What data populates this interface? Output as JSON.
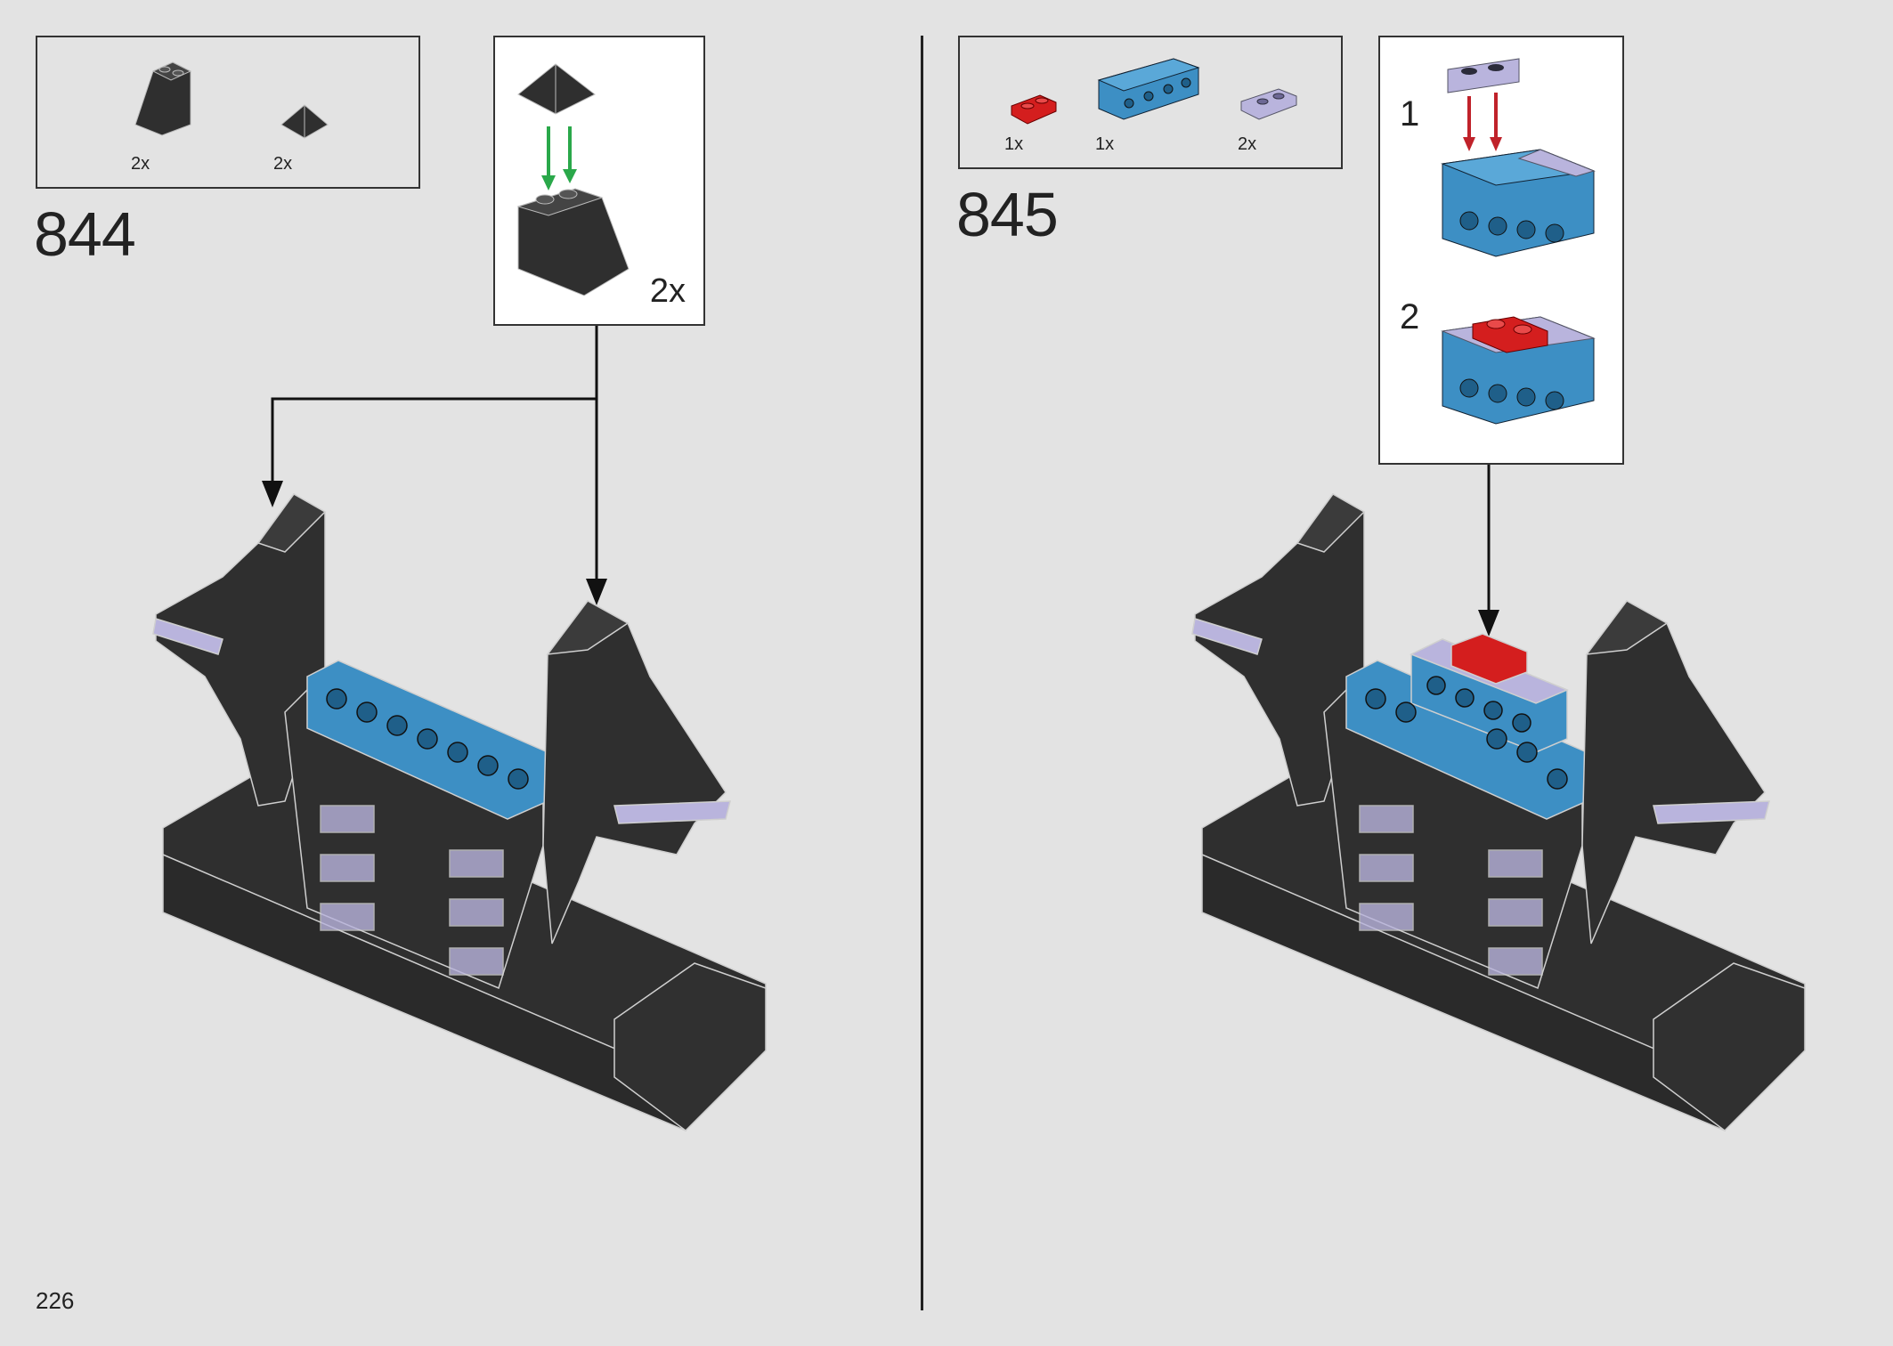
{
  "page_number": "226",
  "step_844": {
    "number": "844",
    "parts": [
      {
        "qty": "2x",
        "part": "slope-brick-icon"
      },
      {
        "qty": "2x",
        "part": "pyramid-tile-icon"
      }
    ],
    "callout_qty": "2x"
  },
  "step_845": {
    "number": "845",
    "parts": [
      {
        "qty": "1x",
        "part": "red-plate-icon",
        "color": "#d41e1e"
      },
      {
        "qty": "1x",
        "part": "blue-technic-brick-icon",
        "color": "#3d8fc4"
      },
      {
        "qty": "2x",
        "part": "trans-purple-plate-icon",
        "color": "#b9b4dd"
      }
    ],
    "substeps": [
      "1",
      "2"
    ]
  },
  "colors": {
    "background": "#e3e3e3",
    "model": "#2f2f2f",
    "blue": "#3d8fc4",
    "red": "#d41e1e",
    "trans_purple": "#b9b4dd",
    "green_arrow": "#2aa84a"
  }
}
